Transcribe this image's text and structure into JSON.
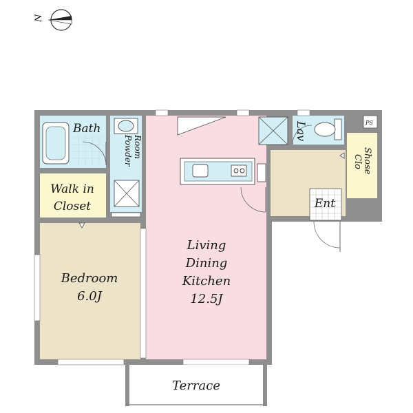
{
  "compass": {
    "north_label": "N"
  },
  "rooms": {
    "bath": "Bath",
    "powder_room": "Powder Room",
    "lav": "Lav",
    "ps": "PS",
    "shose_clo": "Shose Clo",
    "walk_in_closet": [
      "Walk in",
      "Closet"
    ],
    "bedroom": [
      "Bedroom",
      "6.0J"
    ],
    "ldk": [
      "Living",
      "Dining",
      "Kitchen",
      "12.5J"
    ],
    "entrance": "Ent",
    "terrace": "Terrace"
  },
  "colors": {
    "ldk": "#f9dde3",
    "bedroom": "#ede3c8",
    "entrance": "#ede3c8",
    "closet": "#fbf8cf",
    "wet": "#d3eff5",
    "wall": "#8f8f8f",
    "tile": "#c9c9c9"
  }
}
